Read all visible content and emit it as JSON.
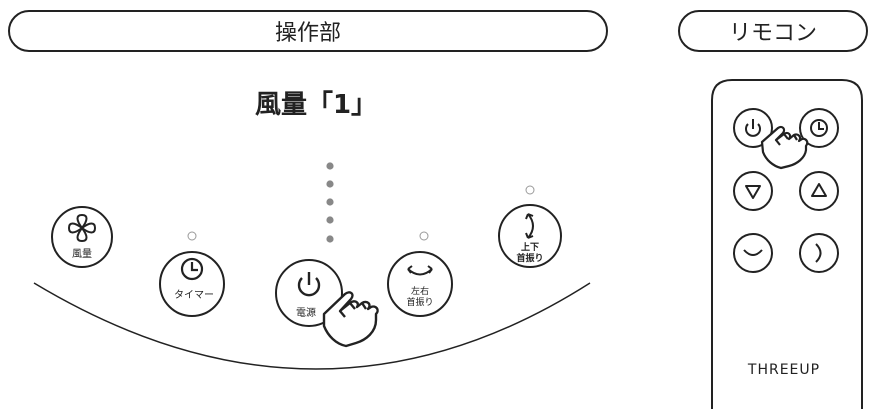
{
  "headers": {
    "control_panel": "操作部",
    "remote": "リモコン"
  },
  "mode_label": "風量「1」",
  "buttons": {
    "fan_speed": "風量",
    "timer": "タイマー",
    "power": "電源",
    "horizontal_swing_line1": "左右",
    "horizontal_swing_line2": "首振り",
    "vertical_swing_line1": "上下",
    "vertical_swing_line2": "首振り"
  },
  "remote": {
    "brand": "THREEUP",
    "buttons": [
      "power",
      "timer",
      "down",
      "up",
      "horizontal-swing",
      "vertical-swing"
    ]
  },
  "indicators": {
    "speed_level": 1,
    "speed_levels_total": 5
  },
  "icons": [
    "fan-icon",
    "clock-icon",
    "power-icon",
    "left-right-swing-icon",
    "up-down-swing-icon",
    "pointing-hand-icon",
    "triangle-down-icon",
    "triangle-up-icon"
  ]
}
